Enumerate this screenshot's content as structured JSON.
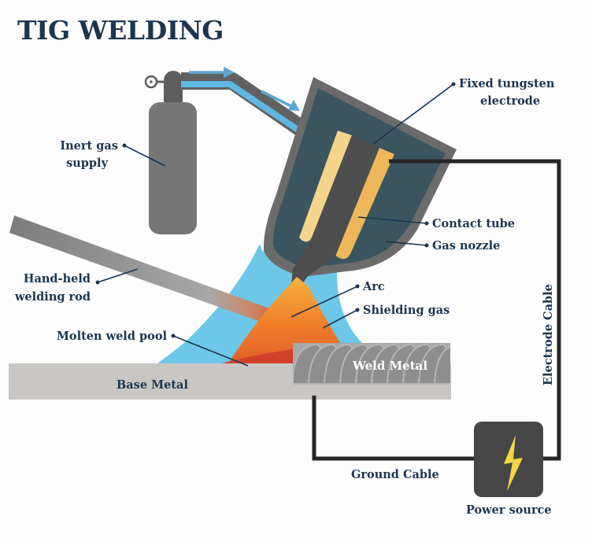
{
  "title": "TIG WELDING",
  "labels": {
    "inert_gas_line1": "Inert gas",
    "inert_gas_line2": "supply",
    "tungsten_line1": "Fixed tungsten",
    "tungsten_line2": "electrode",
    "contact_tube": "Contact tube",
    "gas_nozzle": "Gas nozzle",
    "rod_line1": "Hand-held",
    "rod_line2": "welding rod",
    "arc": "Arc",
    "shielding_gas": "Shielding gas",
    "molten_pool": "Molten weld pool",
    "weld_metal": "Weld Metal",
    "base_metal": "Base Metal",
    "electrode_cable": "Electrode Cable",
    "ground_cable": "Ground Cable",
    "power_source": "Power source"
  },
  "colors": {
    "title_text": "#1c3550",
    "label_text": "#1c3550",
    "cylinder": "#737373",
    "gas_flow": "#5aa6d6",
    "shield_gas": "#6cc7e8",
    "torch_body": "#3b5560",
    "torch_rim": "#6b6b6b",
    "contact_tube_light": "#f3d58b",
    "contact_tube_dark": "#eeb85a",
    "arc_orange": "#f08a2e",
    "weld_pool_red": "#d2402a",
    "base_metal": "#c9c7c3",
    "weld_bead": "#9a9a9a",
    "cable": "#262626",
    "power_box": "#464646",
    "bolt": "#f5d547"
  },
  "icons": {
    "power": "lightning-bolt-icon",
    "gauge": "pressure-gauge-icon"
  }
}
